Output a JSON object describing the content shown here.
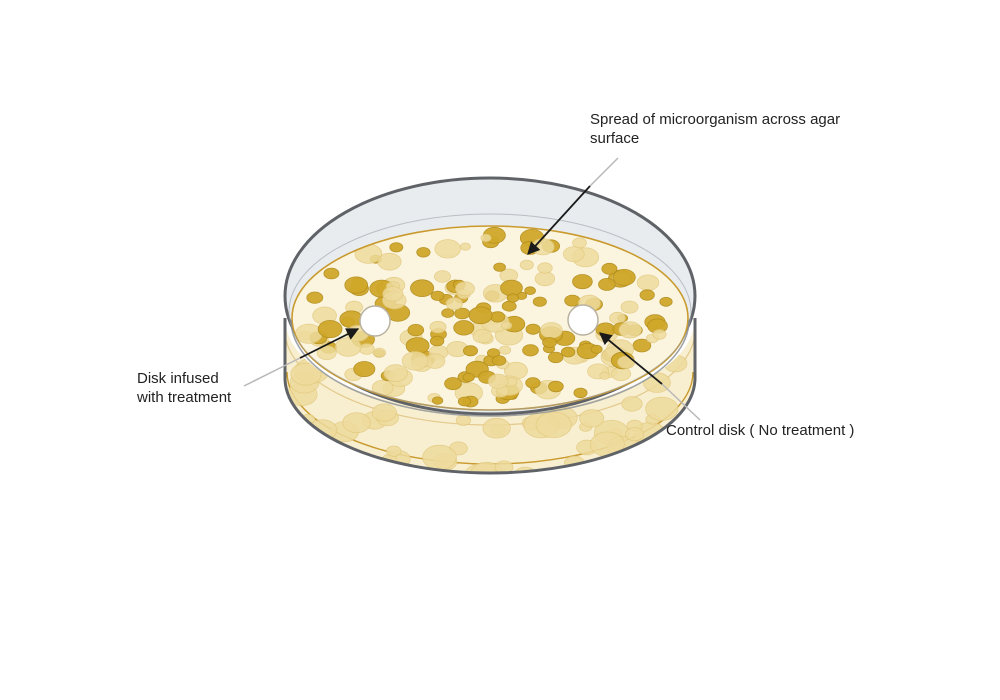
{
  "labels": {
    "spread_line1": " Spread of microorganism across agar",
    "spread_line2": "surface",
    "disk_line1": "Disk infused",
    "disk_line2": "with treatment",
    "control": "Control disk ( No treatment )"
  },
  "colors": {
    "lid_rim": "#5f6266",
    "lid_fill": "#e8ecef",
    "agar_fill": "#fbf4df",
    "agar_edge": "#c99a2e",
    "colony_dark": "#cfa72a",
    "colony_light": "#eedb9d",
    "disk": "#ffffff",
    "arrow": "#1a1a1a",
    "pointer_line": "#b8b8b8",
    "text": "#222222"
  }
}
